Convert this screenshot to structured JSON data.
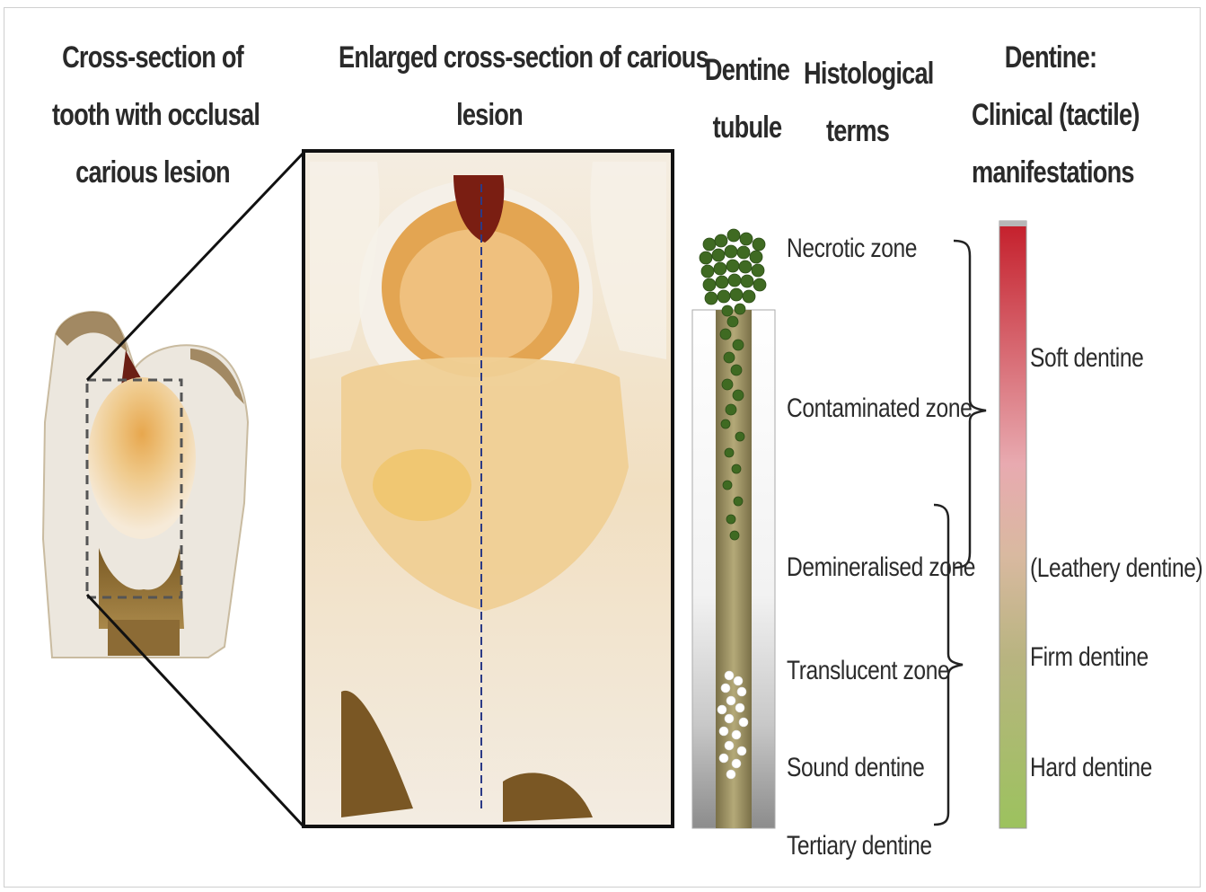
{
  "headers": {
    "tooth_cross_section": [
      "Cross-section of",
      "tooth with occlusal",
      "carious lesion"
    ],
    "enlarged_section": [
      "Enlarged cross-section of carious",
      "lesion"
    ],
    "dentine_tubule": [
      "Dentine",
      "tubule"
    ],
    "histological_terms": [
      "Histological",
      "terms"
    ],
    "clinical_manifestations": [
      "Dentine:",
      "Clinical (tactile)",
      "manifestations"
    ]
  },
  "histological_zones": [
    "Necrotic zone",
    "Contaminated zone",
    "Demineralised zone",
    "Translucent zone",
    "Sound dentine",
    "Tertiary dentine"
  ],
  "clinical_terms": [
    "Soft dentine",
    "(Leathery dentine)",
    "Firm dentine",
    "Hard dentine"
  ],
  "colors": {
    "scale_top": "#c41e2a",
    "scale_mid": "#e8aab0",
    "scale_bottom": "#9cc25e",
    "bacteria": "#3f6a22",
    "tubule": "#8a7f55"
  }
}
